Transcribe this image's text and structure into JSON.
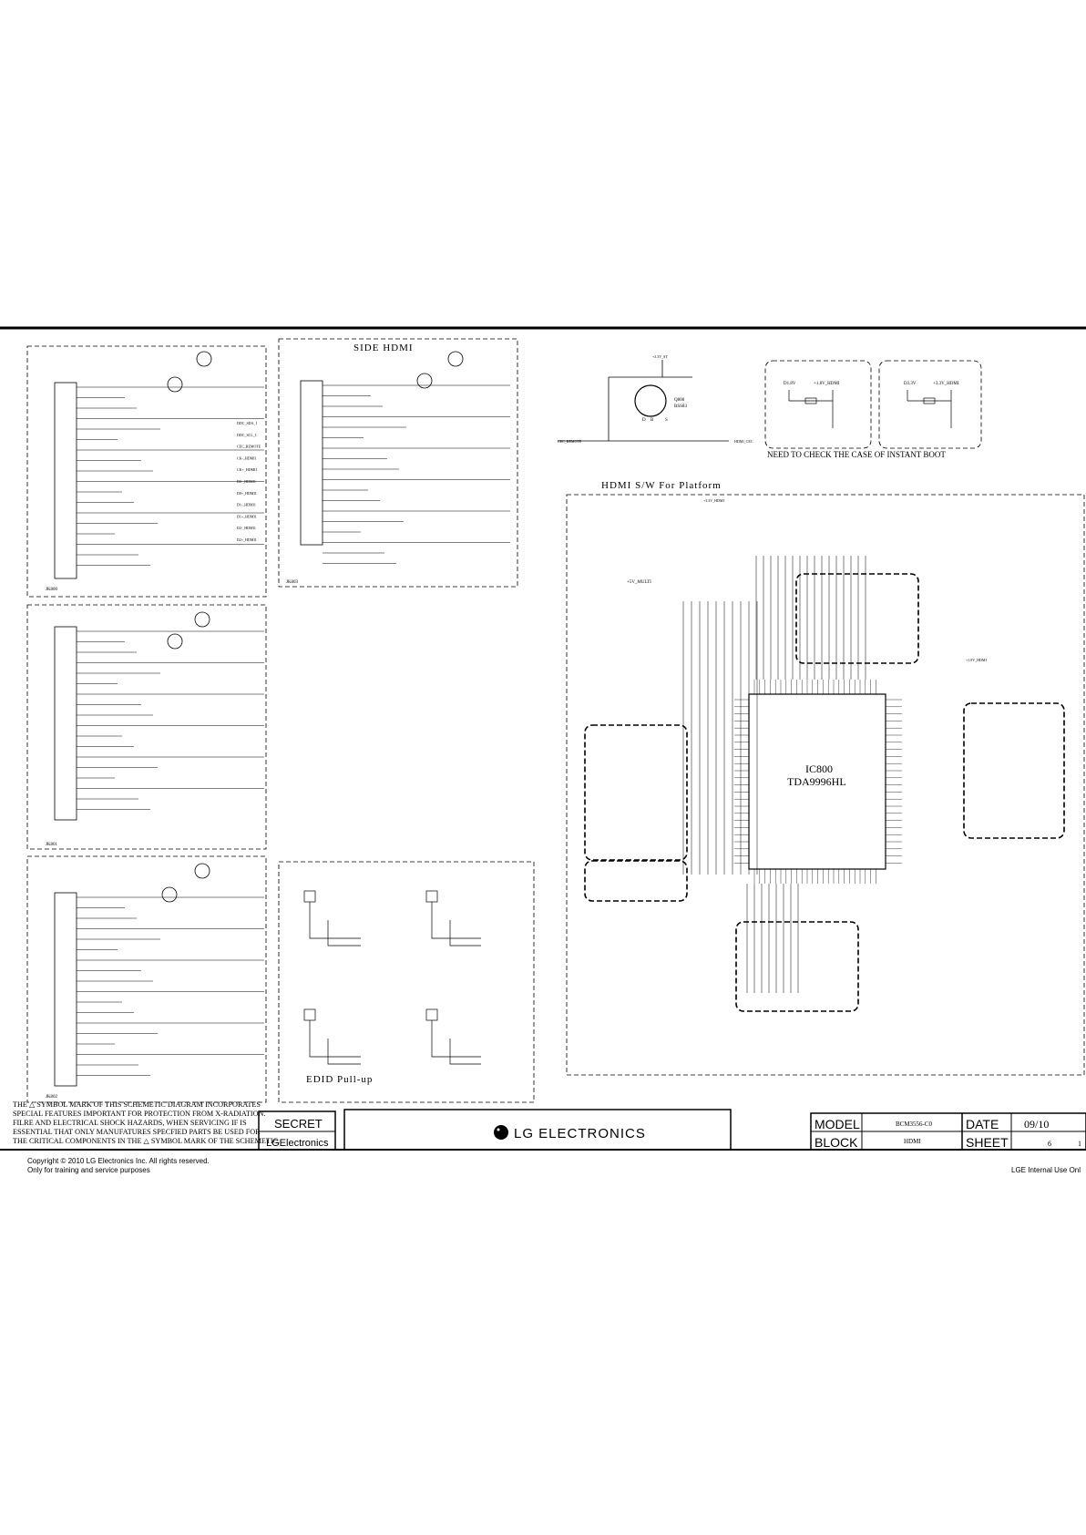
{
  "section_titles": {
    "side_hdmi": "SIDE HDMI",
    "hdmi_switch": "HDMI S/W For Platform",
    "edid_pullup": "EDID Pull-up",
    "instant_boot_note": "NEED TO CHECK THE CASE OF INSTANT BOOT"
  },
  "main_ic": {
    "ref": "IC800",
    "part": "TDA9996HL"
  },
  "transistor": {
    "ref": "Q808",
    "part": "BSS83",
    "pins": [
      "D",
      "B",
      "S"
    ],
    "supply": "+3.3V_ST"
  },
  "power_blocks": [
    {
      "left": "D1.8V",
      "right": "+1.8V_HDMI"
    },
    {
      "left": "D3.3V",
      "right": "+3.3V_HDMI"
    }
  ],
  "supply_labels": {
    "multi": "+5V_MULTI",
    "hdmi_33": "+3.3V_HDMI",
    "hdmi_18": "+1.8V_HDMI",
    "cec_remote": "CEC_REMOTE",
    "hdmi_cec": "HDMI_CEC"
  },
  "connector_signals": [
    "DDC_SDA_1",
    "DDC_SCL_1",
    "CEC_REMOTE",
    "CK-_HDMI1",
    "CK+_HDMI1",
    "D0-_HDMI1",
    "D0+_HDMI1",
    "D1-_HDMI1",
    "D1+_HDMI1",
    "D2-_HDMI1",
    "D2+_HDMI1"
  ],
  "connectors": [
    "JK800",
    "JK801",
    "JK802",
    "JK803"
  ],
  "title_block": {
    "warning": [
      "THE △ SYMBOL MARK OF THIS SCHEMETIC DIAGRAM INCORPORATES",
      "SPECIAL FEATURES IMPORTANT FOR PROTECTION FROM X-RADIATION.",
      "FILRE AND ELECTRICAL SHOCK HAZARDS, WHEN SERVICING IF IS",
      "ESSENTIAL THAT ONLY MANUFATURES SPECFIED PARTS BE USED FOR",
      "THE CRITICAL COMPONENTS IN THE △ SYMBOL MARK OF THE SCHEMETIC."
    ],
    "secret": "SECRET",
    "lge": "LGElectronics",
    "brand": "LG ELECTRONICS",
    "model_label": "MODEL",
    "model_value": "BCM3556-C0",
    "date_label": "DATE",
    "date_value": "09/10",
    "block_label": "BLOCK",
    "block_value": "HDMI",
    "sheet_label": "SHEET",
    "sheet_value": "6",
    "sheet_total": "1"
  },
  "footer": {
    "copyright": "Copyright © 2010 LG Electronics Inc. All rights reserved.",
    "training": "Only for training and service purposes",
    "internal": "LGE Internal Use Onl"
  }
}
